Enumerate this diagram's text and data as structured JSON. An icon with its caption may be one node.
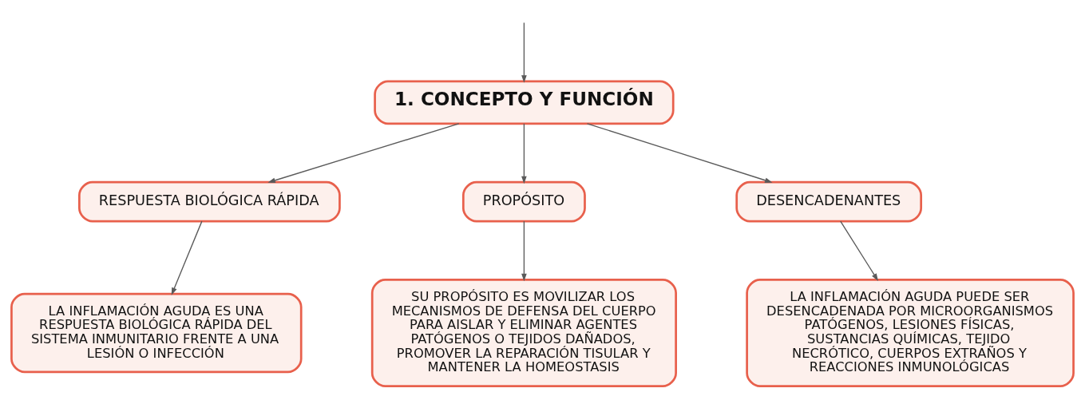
{
  "diagram": {
    "nodes": [
      {
        "text": [
          "1. CONCEPTO Y FUNCIÓN"
        ]
      },
      {
        "text": [
          "RESPUESTA BIOLÓGICA RÁPIDA"
        ]
      },
      {
        "text": [
          "PROPÓSITO"
        ]
      },
      {
        "text": [
          "DESENCADENANTES"
        ]
      },
      {
        "text": [
          "LA INFLAMACIÓN AGUDA ES UNA RESPUESTA BIOLÓGICA RÁPIDA DEL SISTEMA INMUNITARIO FRENTE A UNA LESIÓN O INFECCIÓN"
        ]
      },
      {
        "text": [
          "SU PROPÓSITO ES MOVILIZAR LOS MECANISMOS DE DEFENSA DEL CUERPO PARA AISLAR Y ELIMINAR AGENTES PATÓGENOS O TEJIDOS DAÑADOS, PROMOVER LA REPARACIÓN TISULAR Y MANTENER LA HOMEOSTASIS"
        ]
      },
      {
        "text": [
          "LA INFLAMACIÓN AGUDA PUEDE SER DESENCADENADA POR MICROORGANISMOS PATÓGENOS, LESIONES FÍSICAS, SUSTANCIAS QUÍMICAS, TEJIDO NECRÓTICO, CUERPOS EXTRAÑOS Y REACCIONES INMUNOLÓGICAS"
        ]
      }
    ],
    "edges": [
      {
        "from": null,
        "to": 0,
        "arrow": "to"
      },
      {
        "from": 0,
        "to": 1,
        "arrow": "to"
      },
      {
        "from": 0,
        "to": 2,
        "arrow": "to"
      },
      {
        "from": 0,
        "to": 3,
        "arrow": "to"
      },
      {
        "from": 1,
        "to": 4,
        "arrow": "to"
      },
      {
        "from": 2,
        "to": 5,
        "arrow": "to"
      },
      {
        "from": 3,
        "to": 6,
        "arrow": "to"
      }
    ]
  }
}
